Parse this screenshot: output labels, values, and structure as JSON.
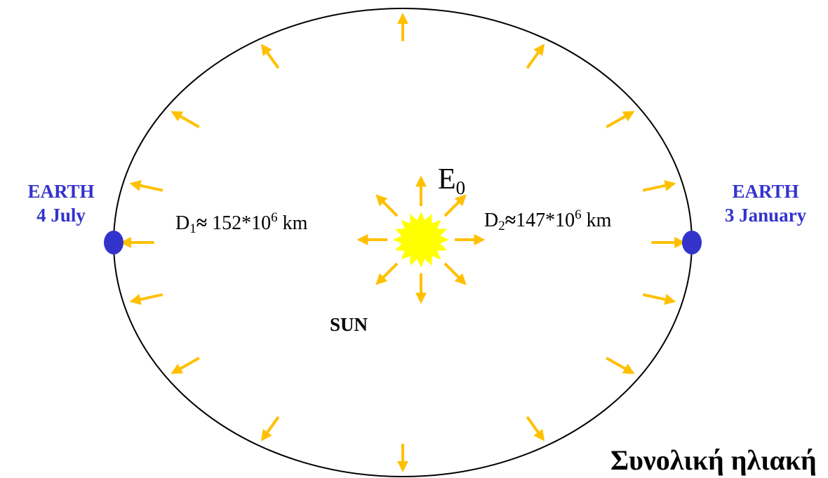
{
  "earth_left": {
    "name": "EARTH",
    "date": "4 July"
  },
  "earth_right": {
    "name": "EARTH",
    "date": "3 January"
  },
  "distance_left": {
    "symbol": "D",
    "sub": "1",
    "approx": "≈",
    "value": " 152*10",
    "exp": "6",
    "unit": " km"
  },
  "distance_right": {
    "symbol": "D",
    "sub": "2",
    "approx": "≈",
    "value": "147*10",
    "exp": "6",
    "unit": " km"
  },
  "sun_label": "SUN",
  "irradiance": {
    "symbol": "E",
    "sub": "0"
  },
  "caption": "Συνολική ηλιακή",
  "colors": {
    "earth": "#3333cc",
    "label": "#3333cc",
    "sun": "#ffff00",
    "rays": "#ffc000",
    "orbit": "#000000"
  }
}
